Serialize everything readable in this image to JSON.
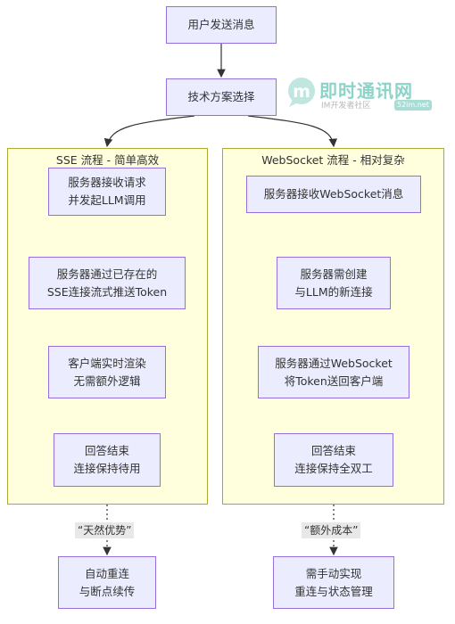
{
  "nodes": {
    "start": "用户发送消息",
    "choose": "技术方案选择",
    "sse1": "服务器接收请求\n并发起LLM调用",
    "sse2": "服务器通过已存在的\nSSE连接流式推送Token",
    "sse3": "客户端实时渲染\n无需额外逻辑",
    "sse4": "回答结束\n连接保持待用",
    "sse5": "自动重连\n与断点续传",
    "ws1": "服务器接收WebSocket消息",
    "ws2": "服务器需创建\n与LLM的新连接",
    "ws3": "服务器通过WebSocket\n将Token送回客户端",
    "ws4": "回答结束\n连接保持全双工",
    "ws5": "需手动实现\n重连与状态管理"
  },
  "clusters": {
    "sse": "SSE 流程 - 简单高效",
    "ws": "WebSocket 流程 - 相对复杂"
  },
  "edge_labels": {
    "sse": "“天然优势”",
    "ws": "“额外成本”"
  },
  "watermark": {
    "logo_letter": "m",
    "name": "即时通讯网",
    "sub": "IM开发者社区",
    "badge": "52im.net"
  }
}
